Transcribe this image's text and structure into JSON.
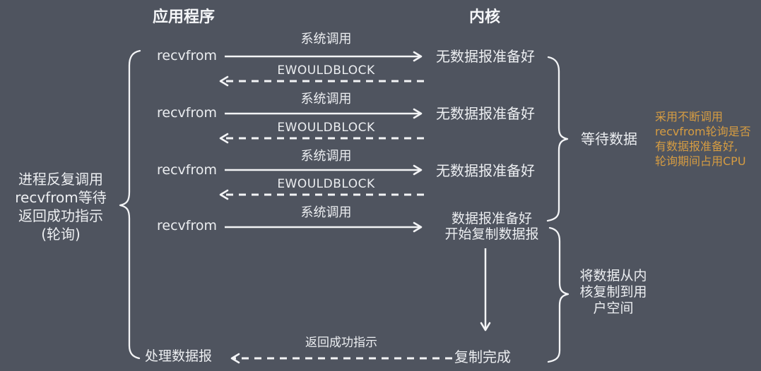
{
  "colors": {
    "background": "#4f545f",
    "text": "#eff1f4",
    "accent_orange": "#d69c42",
    "line": "#f3f4f6"
  },
  "headers": {
    "application": "应用程序",
    "kernel": "内核"
  },
  "left_note": {
    "lines": [
      "进程反复调用",
      "recvfrom等待",
      "返回成功指示",
      "(轮询)"
    ]
  },
  "rows": [
    {
      "call": "recvfrom",
      "syscall": "系统调用",
      "kernel_state": "无数据报准备好",
      "error_return": "EWOULDBLOCK"
    },
    {
      "call": "recvfrom",
      "syscall": "系统调用",
      "kernel_state": "无数据报准备好",
      "error_return": "EWOULDBLOCK"
    },
    {
      "call": "recvfrom",
      "syscall": "系统调用",
      "kernel_state": "无数据报准备好",
      "error_return": "EWOULDBLOCK"
    },
    {
      "call": "recvfrom",
      "syscall": "系统调用",
      "kernel_state_line1": "数据报准备好",
      "kernel_state_line2": "开始复制数据报"
    }
  ],
  "braces": {
    "wait_data": "等待数据",
    "copy_note_lines": [
      "将数据从内",
      "核复制到用",
      "户空间"
    ]
  },
  "side_note": {
    "lines": [
      "采用不断调用",
      "recvfrom轮询是否",
      "有数据报准备好,",
      "轮询期间占用CPU"
    ]
  },
  "bottom": {
    "process": "处理数据报",
    "success_return": "返回成功指示",
    "copy_complete": "复制完成"
  }
}
